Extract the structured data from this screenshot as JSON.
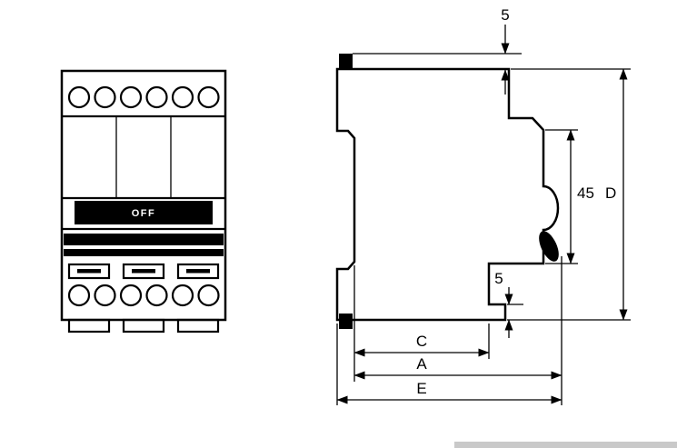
{
  "colors": {
    "line": "#000000",
    "bg": "#ffffff",
    "fill_dark": "#000000",
    "toggle_text": "#ffffff",
    "strip": "#c9c9c9"
  },
  "front_view": {
    "toggle_label": "OFF"
  },
  "side_view": {
    "dims": {
      "top_offset": "5",
      "handle_height": "45",
      "overall_height": "D",
      "bottom_offset": "5",
      "depth_c": "C",
      "depth_a": "A",
      "depth_e": "E"
    }
  }
}
